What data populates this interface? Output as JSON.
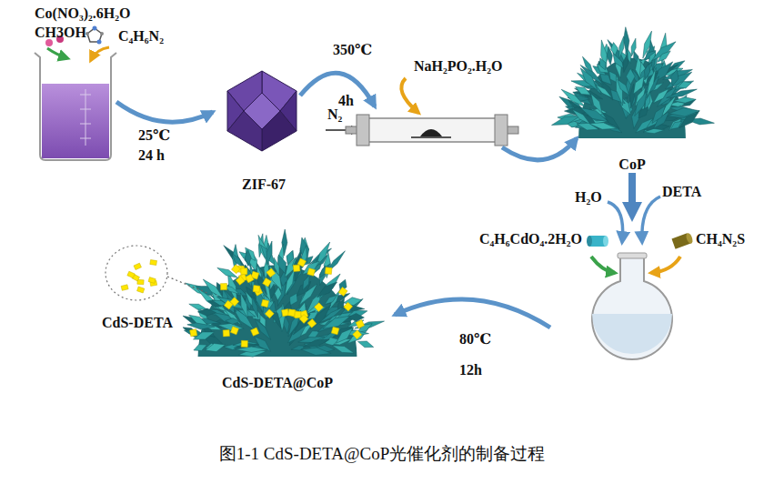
{
  "diagram": {
    "caption": "图1-1 CdS-DETA@CoP光催化剂的制备过程",
    "nodes": [
      {
        "text": [
          "ZIF-67"
        ]
      },
      {
        "text": [
          "CoP"
        ]
      },
      {
        "text": [
          "CdS-DETA@CoP"
        ]
      }
    ],
    "labels": [
      "Co(NO₃)₂.6H₂O",
      "CH3OH",
      "C₄H₆N₂",
      "25℃",
      "24 h",
      "350℃",
      "4h",
      "N₂",
      "NaH₂PO₂.H₂O",
      "H₂O",
      "DETA",
      "C₄H₆CdO₄.2H₂O",
      "CH₄N₂S",
      "80℃",
      "12h",
      "CdS-DETA"
    ]
  }
}
